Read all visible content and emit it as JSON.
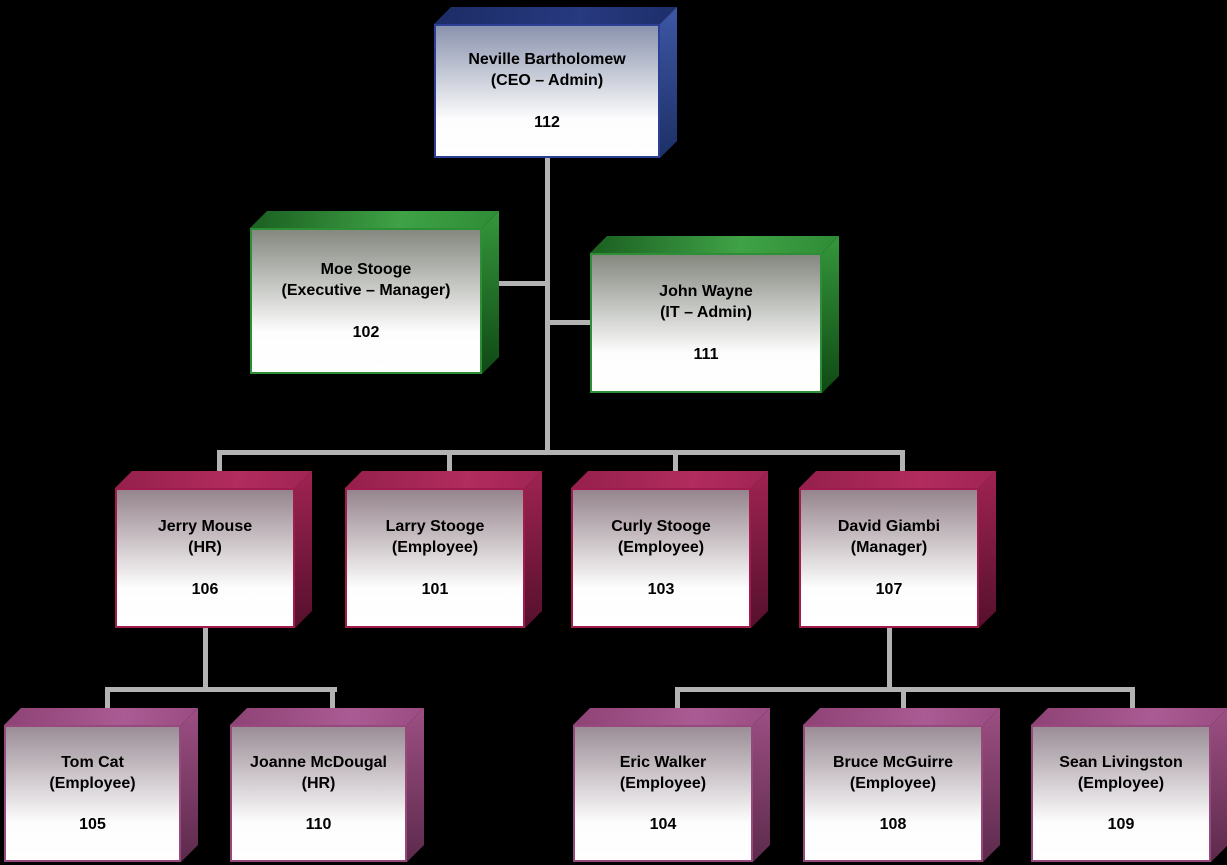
{
  "diagram": {
    "type": "org-chart",
    "background_color": "#000000",
    "connector_color": "#b3b3b3",
    "text_color": "#000000"
  },
  "themes": {
    "blue": {
      "border": "#2b3f96",
      "front_top": "#8a93ae",
      "top_a": "#1c2c66",
      "top_b": "#27397f",
      "top_c": "#1c2c66",
      "right_a": "#3d57a5",
      "right_b": "#1d2f66"
    },
    "green": {
      "border": "#2d8f35",
      "front_top": "#84887f",
      "top_a": "#1a5e20",
      "top_b": "#3fa246",
      "top_c": "#2a8631",
      "right_a": "#35973c",
      "right_b": "#0f4914"
    },
    "crimson": {
      "border": "#a11c4e",
      "front_top": "#95848c",
      "top_a": "#941f4a",
      "top_b": "#b22c5e",
      "top_c": "#9a2150",
      "right_a": "#a02352",
      "right_b": "#55102c"
    },
    "plum": {
      "border": "#97497e",
      "front_top": "#9b8d96",
      "top_a": "#8d4274",
      "top_b": "#aa5b93",
      "top_c": "#94477c",
      "right_a": "#9d4f84",
      "right_b": "#5c2a4b"
    }
  },
  "nodes": {
    "neville": {
      "name": "Neville Bartholomew",
      "role": "(CEO – Admin)",
      "number": "112",
      "theme": "blue",
      "reports_to": null
    },
    "moe": {
      "name": "Moe Stooge",
      "role": "(Executive – Manager)",
      "number": "102",
      "theme": "green",
      "reports_to": "112"
    },
    "john": {
      "name": "John Wayne",
      "role": "(IT – Admin)",
      "number": "111",
      "theme": "green",
      "reports_to": "112"
    },
    "jerry": {
      "name": "Jerry Mouse",
      "role": "(HR)",
      "number": "106",
      "theme": "crimson",
      "reports_to": "112"
    },
    "larry": {
      "name": "Larry Stooge",
      "role": "(Employee)",
      "number": "101",
      "theme": "crimson",
      "reports_to": "112"
    },
    "curly": {
      "name": "Curly Stooge",
      "role": "(Employee)",
      "number": "103",
      "theme": "crimson",
      "reports_to": "112"
    },
    "david": {
      "name": "David Giambi",
      "role": "(Manager)",
      "number": "107",
      "theme": "crimson",
      "reports_to": "112"
    },
    "tom": {
      "name": "Tom Cat",
      "role": "(Employee)",
      "number": "105",
      "theme": "plum",
      "reports_to": "106"
    },
    "joanne": {
      "name": "Joanne McDougal",
      "role": "(HR)",
      "number": "110",
      "theme": "plum",
      "reports_to": "106"
    },
    "eric": {
      "name": "Eric Walker",
      "role": "(Employee)",
      "number": "104",
      "theme": "plum",
      "reports_to": "107"
    },
    "bruce": {
      "name": "Bruce McGuirre",
      "role": "(Employee)",
      "number": "108",
      "theme": "plum",
      "reports_to": "107"
    },
    "sean": {
      "name": "Sean Livingston",
      "role": "(Employee)",
      "number": "109",
      "theme": "plum",
      "reports_to": "107"
    }
  }
}
